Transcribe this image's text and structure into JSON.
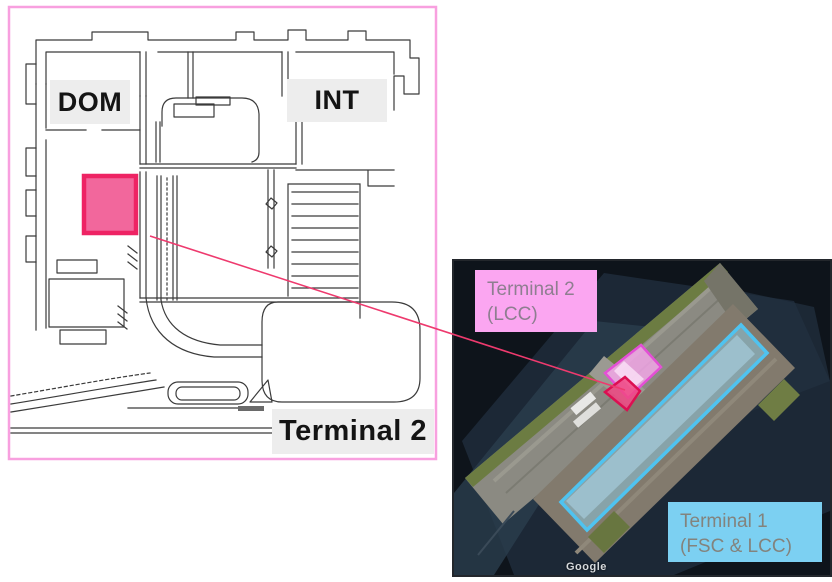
{
  "floorplan": {
    "dom_label": "DOM",
    "int_label": "INT",
    "terminal_label": "Terminal 2",
    "border_color": "#f8a0df",
    "line_color": "#3b3b3b",
    "highlight": {
      "fill": "#f2679c",
      "border": "#ee2364"
    }
  },
  "connector": {
    "color": "#ee3a6e"
  },
  "satellite": {
    "terminal2_label": {
      "line1": "Terminal 2",
      "line2": "(LCC)",
      "background": "#fba6f1",
      "text_color": "#8e7e90"
    },
    "terminal1_label": {
      "line1": "Terminal 1",
      "line2": "(FSC & LCC)",
      "background": "#7cd0f2",
      "text_color": "#83837d"
    },
    "watermark": "Google",
    "water_color": "#0e141b",
    "terminal2_overlay_color": "#e44fd6",
    "terminal1_overlay_color": "#4fc3f0",
    "highlight_color": "#dc0f52"
  }
}
